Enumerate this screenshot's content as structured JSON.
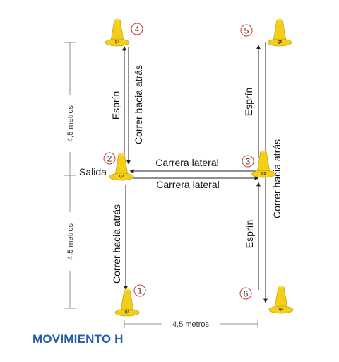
{
  "title": "MOVIMIENTO H",
  "colors": {
    "cone": "#f4cf1a",
    "cone_dark": "#c9a410",
    "marker": "#d23a2f",
    "title": "#2a5da8",
    "lines": "#222222",
    "dims": "#666666"
  },
  "cones": [
    {
      "id": "1",
      "label": "Q1"
    },
    {
      "id": "2",
      "label": "Q2"
    },
    {
      "id": "3",
      "label": "Q3"
    },
    {
      "id": "4",
      "label": "Q4"
    },
    {
      "id": "5",
      "label": "Q5"
    },
    {
      "id": "6",
      "label": "Q6"
    }
  ],
  "labels": {
    "salida": "Salida",
    "lateral_top": "Carrera lateral",
    "lateral_bottom": "Carrera lateral",
    "esprin_left": "Esprín",
    "back_left_top": "Correr hacia atrás",
    "back_left_bottom": "Correr hacia atrás",
    "esprin_right_top": "Esprín",
    "back_right": "Correr hacia atrás",
    "esprin_right_bottom": "Esprín"
  },
  "dimensions": {
    "vertical_top": "4,5 metros",
    "vertical_bottom": "4,5 metros",
    "horizontal": "4,5 metros"
  }
}
